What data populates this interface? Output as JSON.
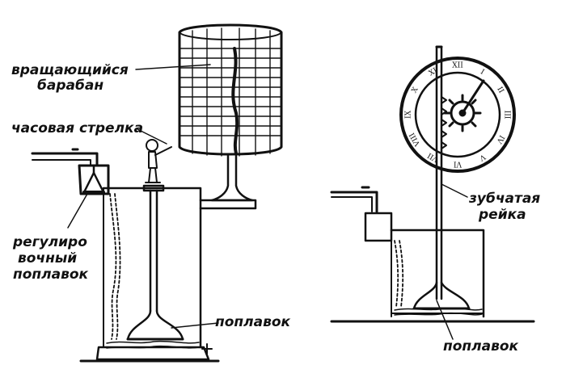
{
  "labels": {
    "rotating_drum": [
      "вращающийся",
      "барабан"
    ],
    "hour_hand": "часовая стрелка",
    "regulating_float": [
      "регулиро",
      "вочный",
      "поплавок"
    ],
    "float_left": "поплавок",
    "toothed_rack": [
      "зубчатая",
      "рейка"
    ],
    "float_right": "поплавок"
  },
  "clock_numerals": [
    "XII",
    "I",
    "II",
    "III",
    "IV",
    "V",
    "VI",
    "VII",
    "VIII",
    "IX",
    "X",
    "XI"
  ]
}
